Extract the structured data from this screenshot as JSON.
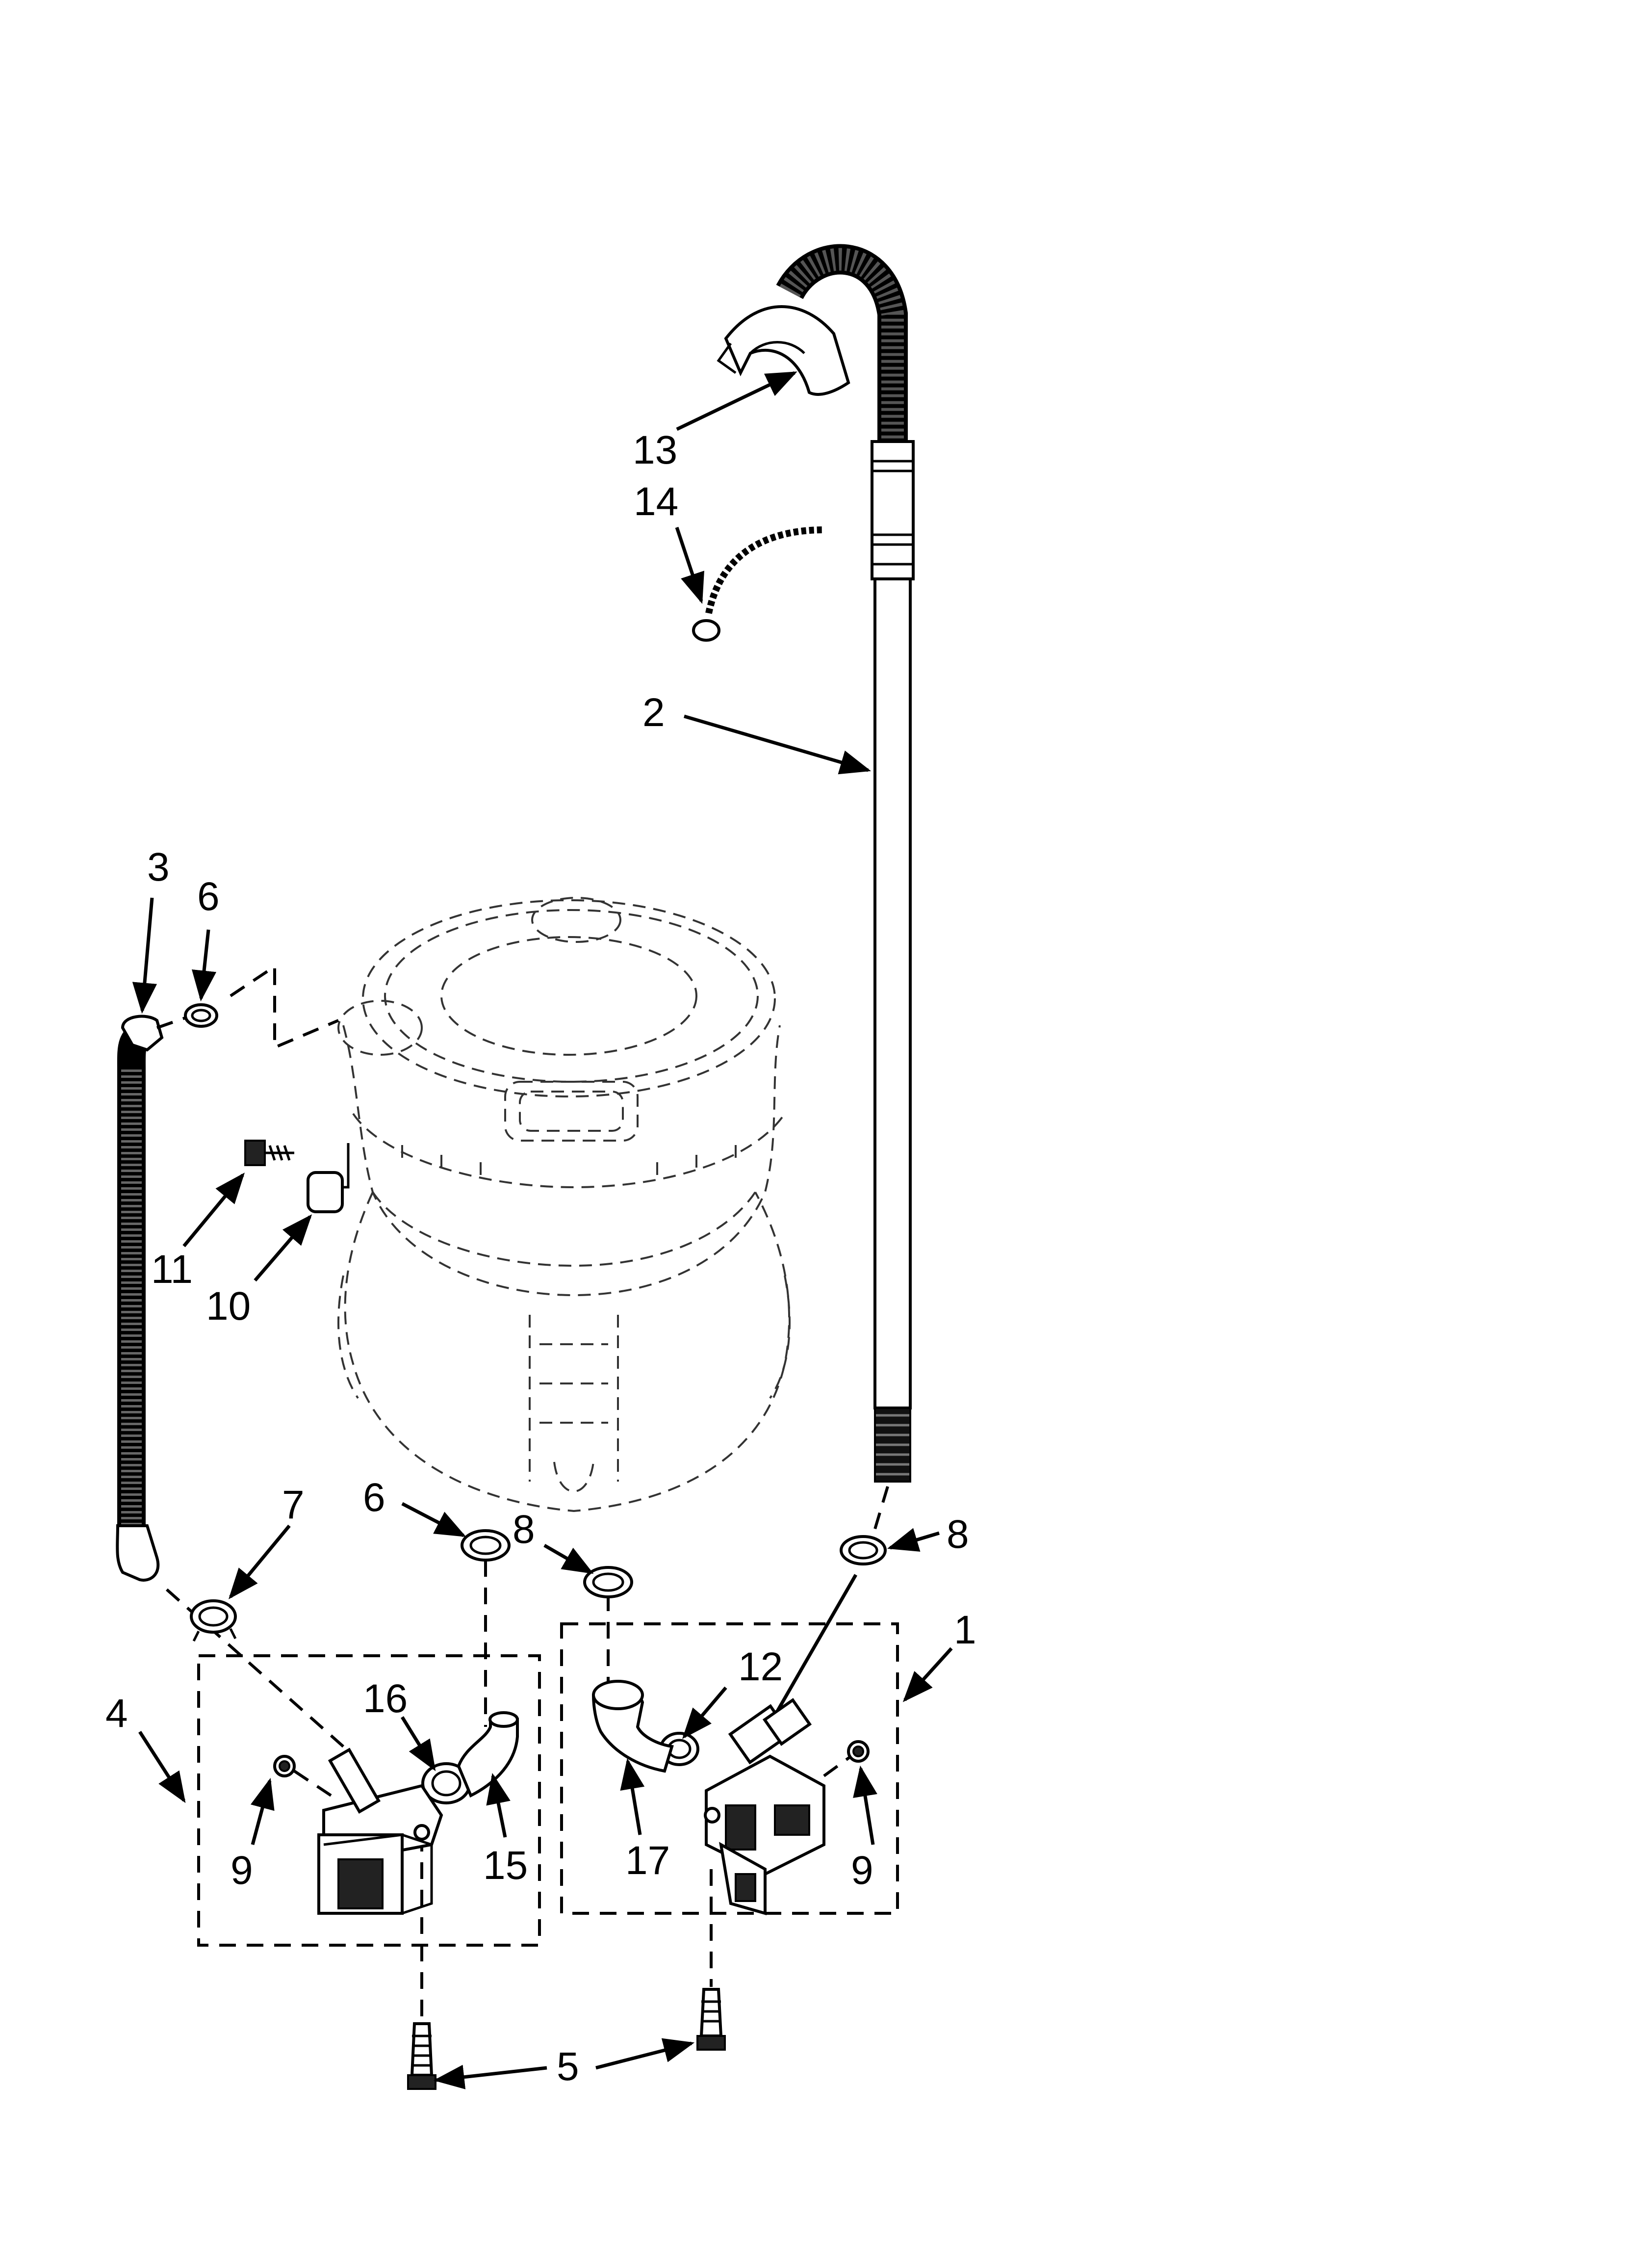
{
  "callouts": {
    "c1": "1",
    "c2": "2",
    "c3": "3",
    "c4": "4",
    "c5": "5",
    "c6a": "6",
    "c6b": "6",
    "c7": "7",
    "c8a": "8",
    "c8b": "8",
    "c9a": "9",
    "c9b": "9",
    "c10": "10",
    "c11": "11",
    "c12": "12",
    "c13": "13",
    "c14": "14",
    "c15": "15",
    "c16": "16",
    "c17": "17"
  }
}
